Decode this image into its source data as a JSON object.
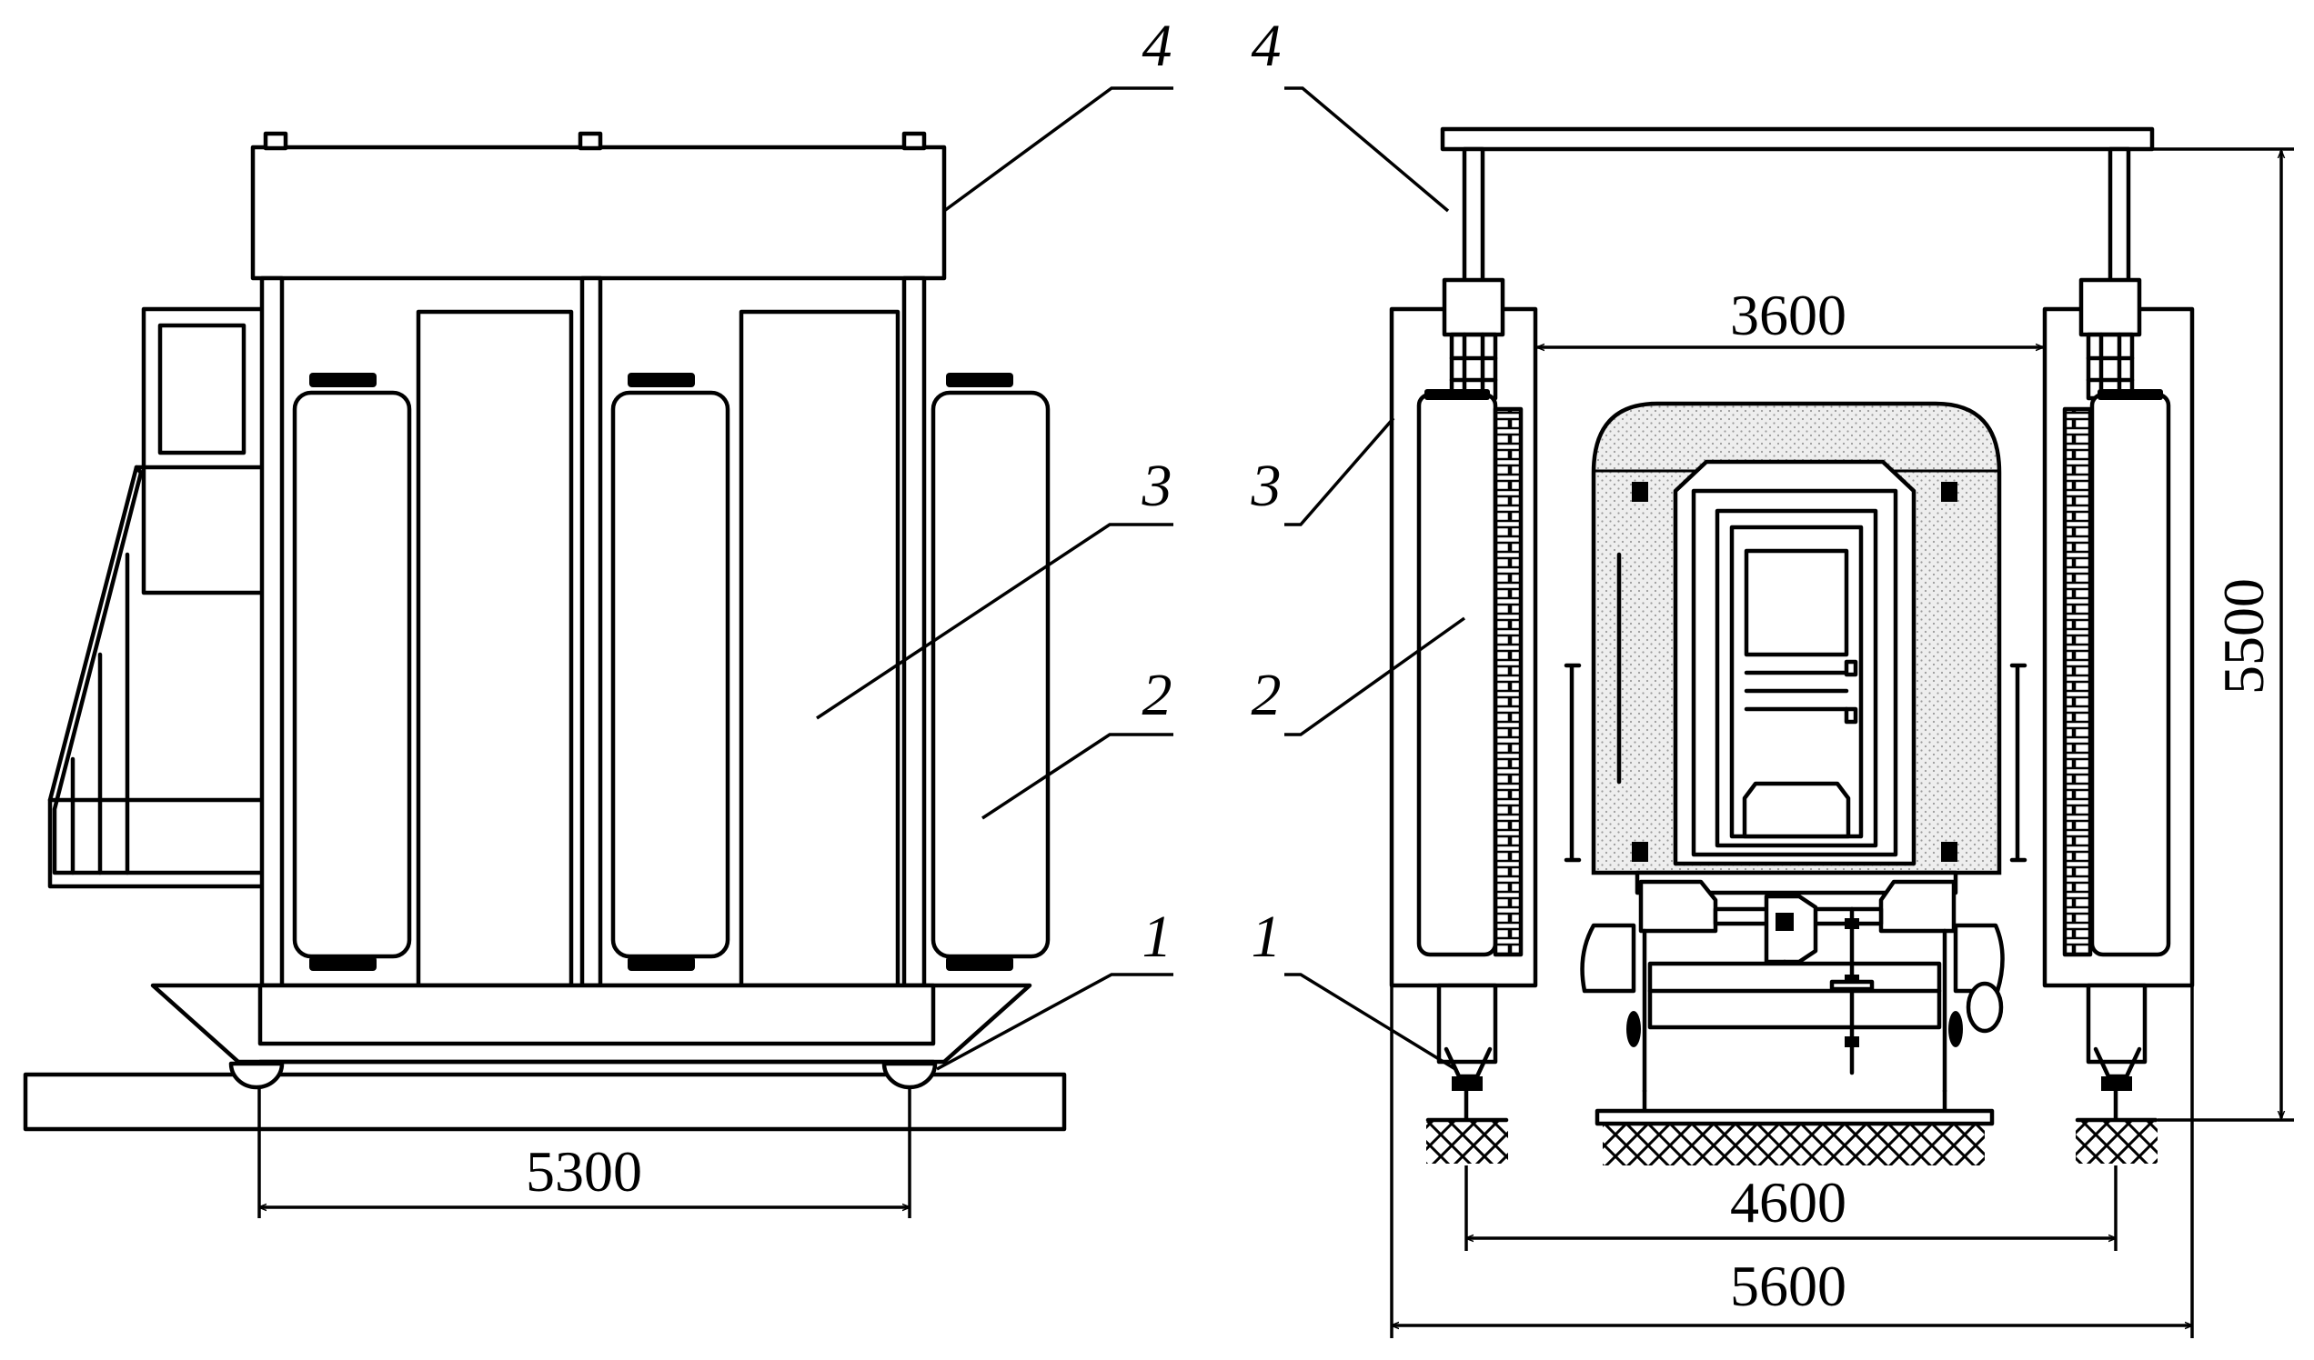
{
  "callouts": {
    "c1": "1",
    "c2": "2",
    "c3": "3",
    "c4": "4"
  },
  "dimensions": {
    "span_side": "5300",
    "inner_width": "3600",
    "height": "5500",
    "rail_gauge": "4600",
    "overall_width": "5600"
  }
}
